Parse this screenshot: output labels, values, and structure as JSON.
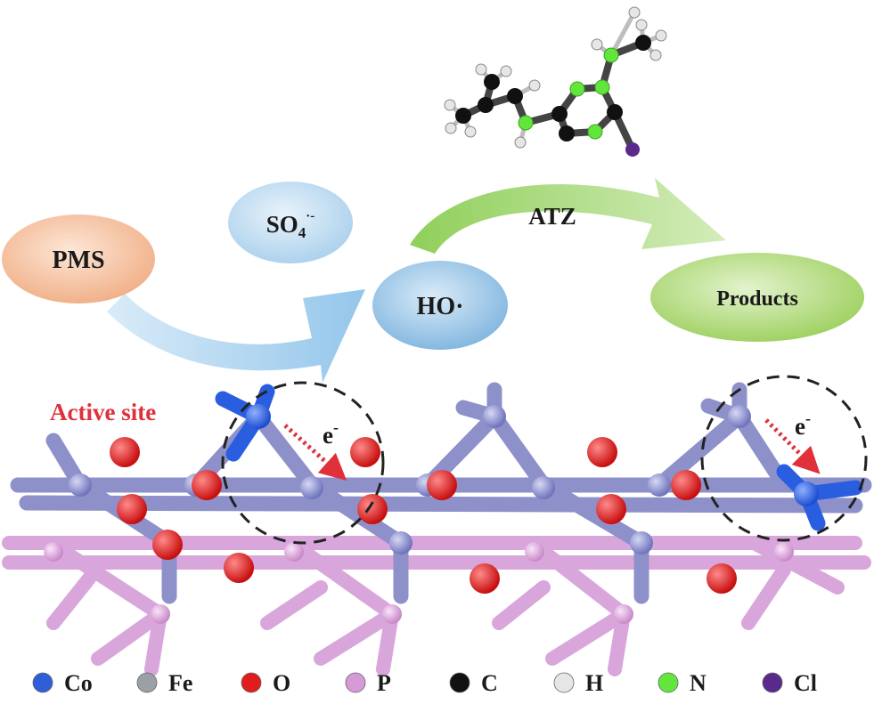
{
  "nodes": {
    "pms": "PMS",
    "so4_base": "SO",
    "so4_sub": "4",
    "so4_sup": "·-",
    "ho": "HO·",
    "atz": "ATZ",
    "products": "Products"
  },
  "annotations": {
    "active_site": "Active site",
    "electron_left": "e",
    "electron_right": "e",
    "electron_sup": "-"
  },
  "legend": {
    "items": [
      {
        "symbol": "Co",
        "color": "#2f5fd6"
      },
      {
        "symbol": "Fe",
        "color": "#9aa0a6"
      },
      {
        "symbol": "O",
        "color": "#e01c1c"
      },
      {
        "symbol": "P",
        "color": "#d69ad6"
      },
      {
        "symbol": "C",
        "color": "#111111"
      },
      {
        "symbol": "H",
        "color": "#e6e6e6"
      },
      {
        "symbol": "N",
        "color": "#63e63c"
      },
      {
        "symbol": "Cl",
        "color": "#5a2a8a"
      }
    ]
  },
  "colors": {
    "pms_fill": "#f2b48c",
    "so4_fill": "#b9d8ee",
    "ho_fill": "#8fbde2",
    "products_fill": "#a6d46a",
    "arrow_blue": "#a9d1ee",
    "arrow_green": "#9dd36c",
    "active_red": "#e0303a",
    "lattice_fe": "#8a8ecf",
    "lattice_p": "#d8a0d8",
    "oxygen": "#d62020",
    "cobalt": "#2a5ee0"
  }
}
